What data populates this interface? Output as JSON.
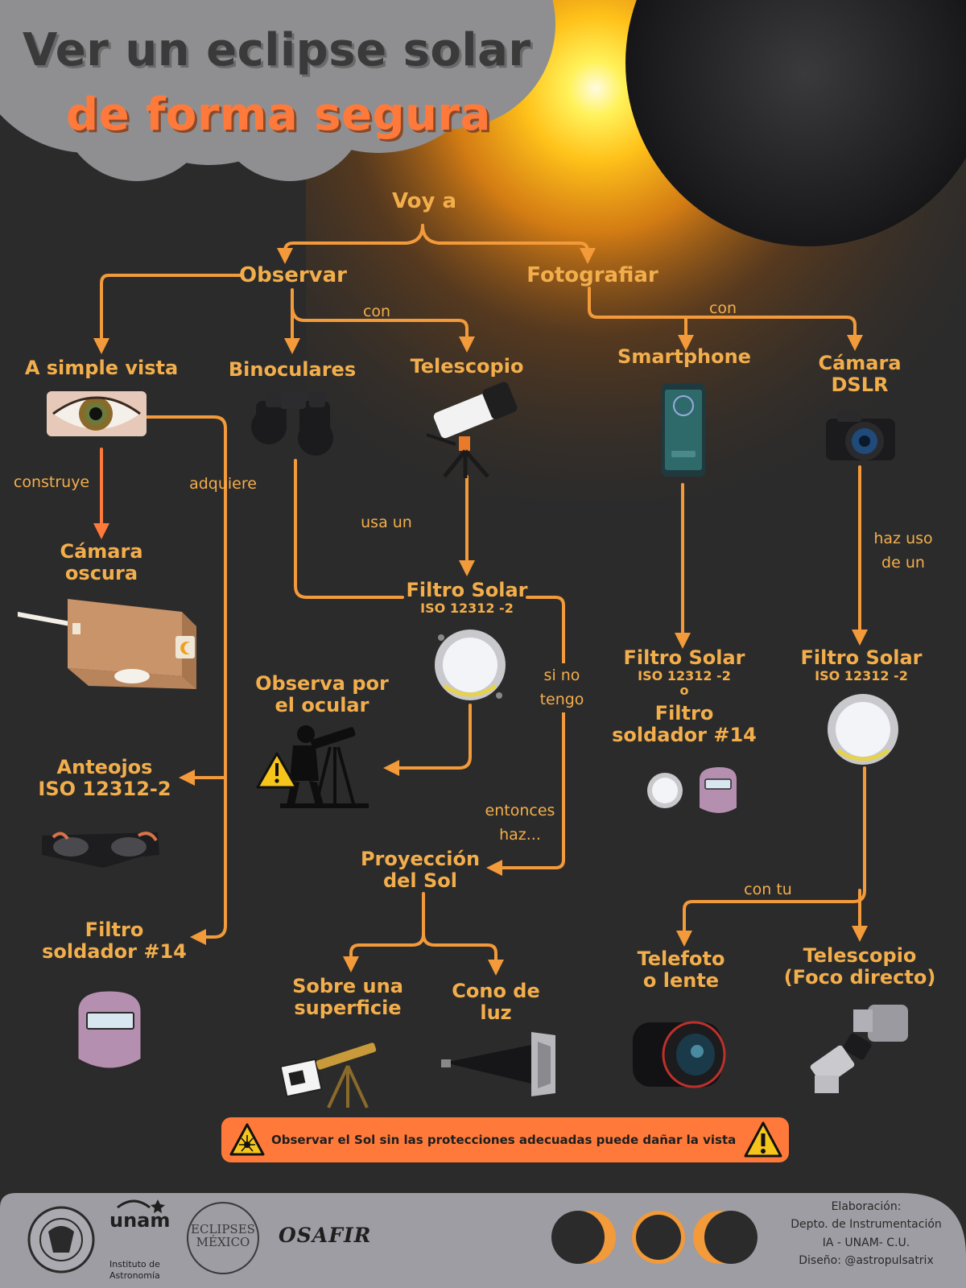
{
  "title": {
    "line1": "Ver un eclipse solar",
    "line2": "de forma segura"
  },
  "colors": {
    "background": "#2b2b2b",
    "accent": "#f3ae4c",
    "arrow": "#f39a3a",
    "title_orange": "#ff7a3a",
    "cloud": "#8f8f92",
    "warning_bg": "#ff7a3a",
    "footer": "#9d9da3"
  },
  "nodes": {
    "root": "Voy a",
    "observe": "Observar",
    "photograph": "Fotografiar",
    "naked_eye": "A simple vista",
    "binoculars": "Binoculares",
    "telescope": "Telescopio",
    "smartphone": "Smartphone",
    "dslr": {
      "line1": "Cámara",
      "line2": "DSLR"
    },
    "pinhole": {
      "line1": "Cámara",
      "line2": "oscura"
    },
    "filter_center": {
      "line1": "Filtro Solar",
      "line2": "ISO 12312 -2"
    },
    "eyepiece": {
      "line1": "Observa por",
      "line2": "el ocular"
    },
    "glasses": {
      "line1": "Anteojos",
      "line2": "ISO 12312-2"
    },
    "welder_left": {
      "line1": "Filtro",
      "line2": "soldador #14"
    },
    "projection": {
      "line1": "Proyección",
      "line2": "del Sol"
    },
    "surface": {
      "line1": "Sobre una",
      "line2": "superficie"
    },
    "cone": {
      "line1": "Cono de",
      "line2": "luz"
    },
    "filter_phone": {
      "line1": "Filtro Solar",
      "line2": "ISO 12312 -2",
      "line3": "o",
      "line4": "Filtro",
      "line5": "soldador #14"
    },
    "filter_dslr": {
      "line1": "Filtro Solar",
      "line2": "ISO 12312 -2"
    },
    "telephoto": {
      "line1": "Telefoto",
      "line2": "o lente"
    },
    "telescope_focus": {
      "line1": "Telescopio",
      "line2": "(Foco directo)"
    }
  },
  "edge_labels": {
    "con_observe": "con",
    "con_photo": "con",
    "builds": "construye",
    "acquires": "adquiere",
    "uses": "usa un",
    "if_not_1": "si no",
    "if_not_2": "tengo",
    "then_1": "entonces",
    "then_2": "haz...",
    "use_1": "haz uso",
    "use_2": "de un",
    "with_your": "con tu"
  },
  "icons": [
    "eye-icon",
    "binoculars-icon",
    "telescope-icon",
    "smartphone-icon",
    "dslr-camera-icon",
    "pinhole-camera-icon",
    "solar-filter-icon",
    "observer-silhouette-icon",
    "warning-icon",
    "eclipse-glasses-icon",
    "welding-mask-icon",
    "projection-telescope-icon",
    "light-cone-icon",
    "camera-lens-icon",
    "telescope-camera-mount-icon"
  ],
  "warning": "Observar el Sol sin las protecciones adecuadas puede dañar la vista",
  "footer": {
    "unam": "unam",
    "institute_line1": "Instituto de",
    "institute_line2": "Astronomía",
    "eclipses_logo_line1": "ECLIPSES",
    "eclipses_logo_line2": "MÉXICO",
    "osafir": "OSAFIR",
    "credits_line1": "Elaboración:",
    "credits_line2": "Depto. de Instrumentación",
    "credits_line3": "IA - UNAM- C.U.",
    "credits_line4": "Diseño: @astropulsatrix"
  }
}
